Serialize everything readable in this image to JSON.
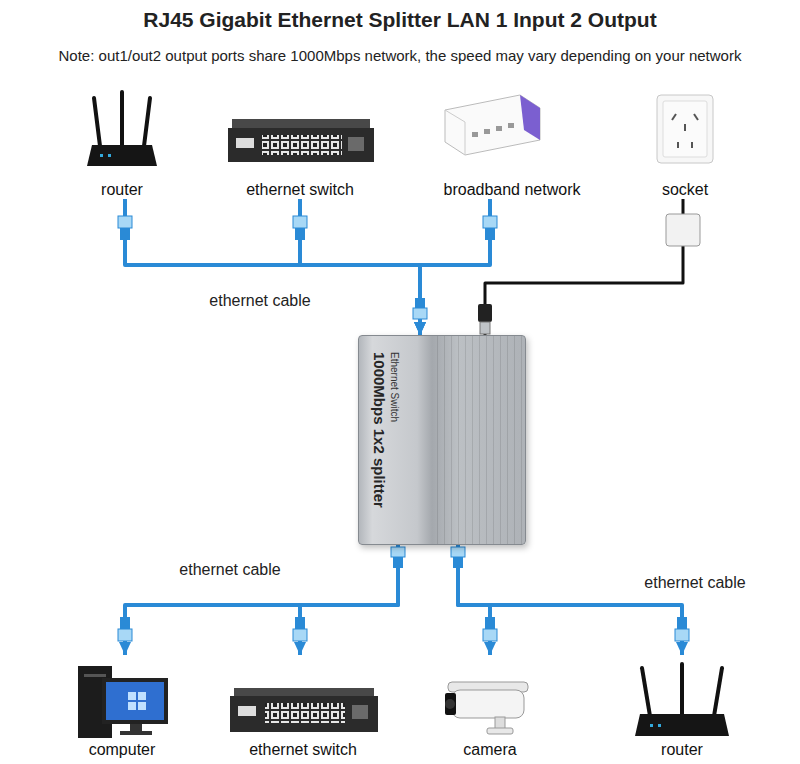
{
  "diagram": {
    "title": "RJ45 Gigabit Ethernet Splitter LAN 1 Input 2 Output",
    "nodes": [
      {
        "text": [
          "router"
        ]
      },
      {
        "text": [
          "ethernet switch"
        ]
      },
      {
        "text": [
          "broadband network"
        ]
      },
      {
        "text": [
          "socket"
        ]
      },
      {
        "text": [
          "Ethernet Switch",
          "1000Mbps 1x2 splitter"
        ]
      },
      {
        "text": [
          "computer"
        ]
      },
      {
        "text": [
          "ethernet switch"
        ]
      },
      {
        "text": [
          "camera"
        ]
      },
      {
        "text": [
          "router"
        ]
      }
    ],
    "edges": [
      {
        "from": 0,
        "to": 4,
        "arrow": "to"
      },
      {
        "from": 1,
        "to": 4,
        "arrow": "to"
      },
      {
        "from": 2,
        "to": 4,
        "arrow": "to"
      },
      {
        "from": 3,
        "to": 4,
        "arrow": "none"
      },
      {
        "from": 4,
        "to": 5,
        "arrow": "to"
      },
      {
        "from": 4,
        "to": 6,
        "arrow": "to"
      },
      {
        "from": 4,
        "to": 7,
        "arrow": "to"
      },
      {
        "from": 4,
        "to": 8,
        "arrow": "to"
      }
    ],
    "labels": [
      "Note: out1/out2 output ports share 1000Mbps network, the speed may vary depending on your network",
      "ethernet cable",
      "ethernet cable",
      "ethernet cable"
    ]
  }
}
